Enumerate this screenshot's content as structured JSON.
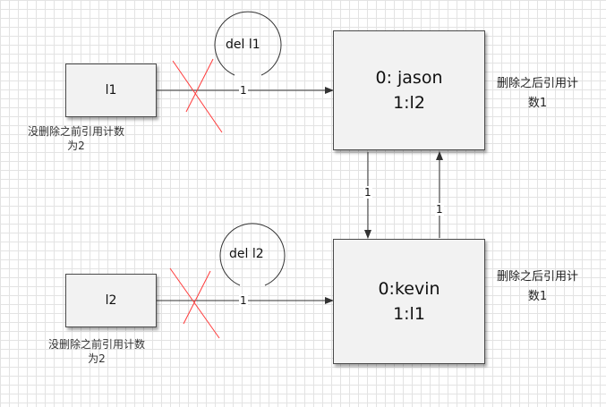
{
  "nodes": {
    "l1": "l1",
    "l2": "l2",
    "obj1_line1": "0: jason",
    "obj1_line2": "1:l2",
    "obj2_line1": "0:kevin",
    "obj2_line2": "1:l1"
  },
  "del_labels": {
    "del_l1": "del l1",
    "del_l2": "del l2"
  },
  "edge_labels": {
    "l1_to_obj1": "1",
    "l2_to_obj2": "1",
    "obj1_to_obj2": "1",
    "obj2_to_obj1": "1"
  },
  "notes": {
    "before_l1_line1": "没删除之前引用计数",
    "before_l1_line2": "为2",
    "before_l2_line1": "没删除之前引用计数",
    "before_l2_line2": "为2",
    "after_obj1_line1": "删除之后引用计",
    "after_obj1_line2": "数1",
    "after_obj2_line1": "删除之后引用计",
    "after_obj2_line2": "数1"
  },
  "colors": {
    "cross": "#ff3b3b",
    "line": "#333333"
  }
}
